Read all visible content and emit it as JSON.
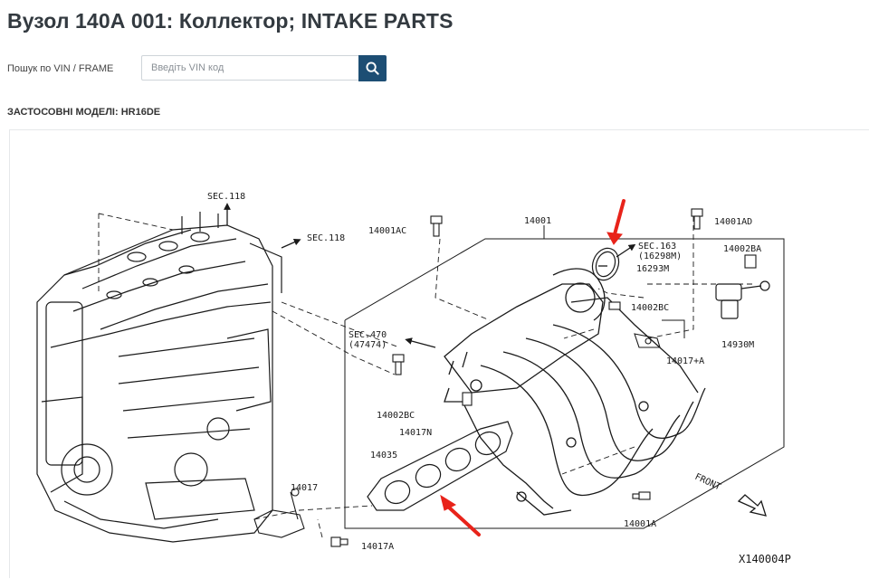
{
  "page": {
    "title": "Вузол 140А 001: Коллектор; INTAKE PARTS",
    "applicable_models": "ЗАСТОСОВНІ МОДЕЛІ: HR16DE"
  },
  "vin_search": {
    "label": "Пошук по VIN / FRAME",
    "placeholder": "Введіть VIN код",
    "value": ""
  },
  "diagram": {
    "labels": {
      "sec118_top": "SEC.118",
      "sec118_right": "SEC.118",
      "p14001AC": "14001AC",
      "p14001": "14001",
      "p14001AD": "14001AD",
      "sec163": "SEC.163",
      "sec163_sub": "(16298M)",
      "p16293M": "16293M",
      "p14002BA": "14002BA",
      "p14002BC_right": "14002BC",
      "p14930M": "14930M",
      "sec470": "SEC.470",
      "sec470_sub": "(47474)",
      "p14017plusA": "14017+A",
      "p14002BC_left": "14002BC",
      "p14017N": "14017N",
      "p14035": "14035",
      "p14017": "14017",
      "p14017A": "14017A",
      "p14001A": "14001A",
      "front": "FRONT",
      "diagram_code": "X140004P"
    },
    "highlight_color": "#e8231a",
    "line_color": "#1a1a1a"
  },
  "colors": {
    "search_button": "#1d4e74",
    "title": "#333a40"
  }
}
